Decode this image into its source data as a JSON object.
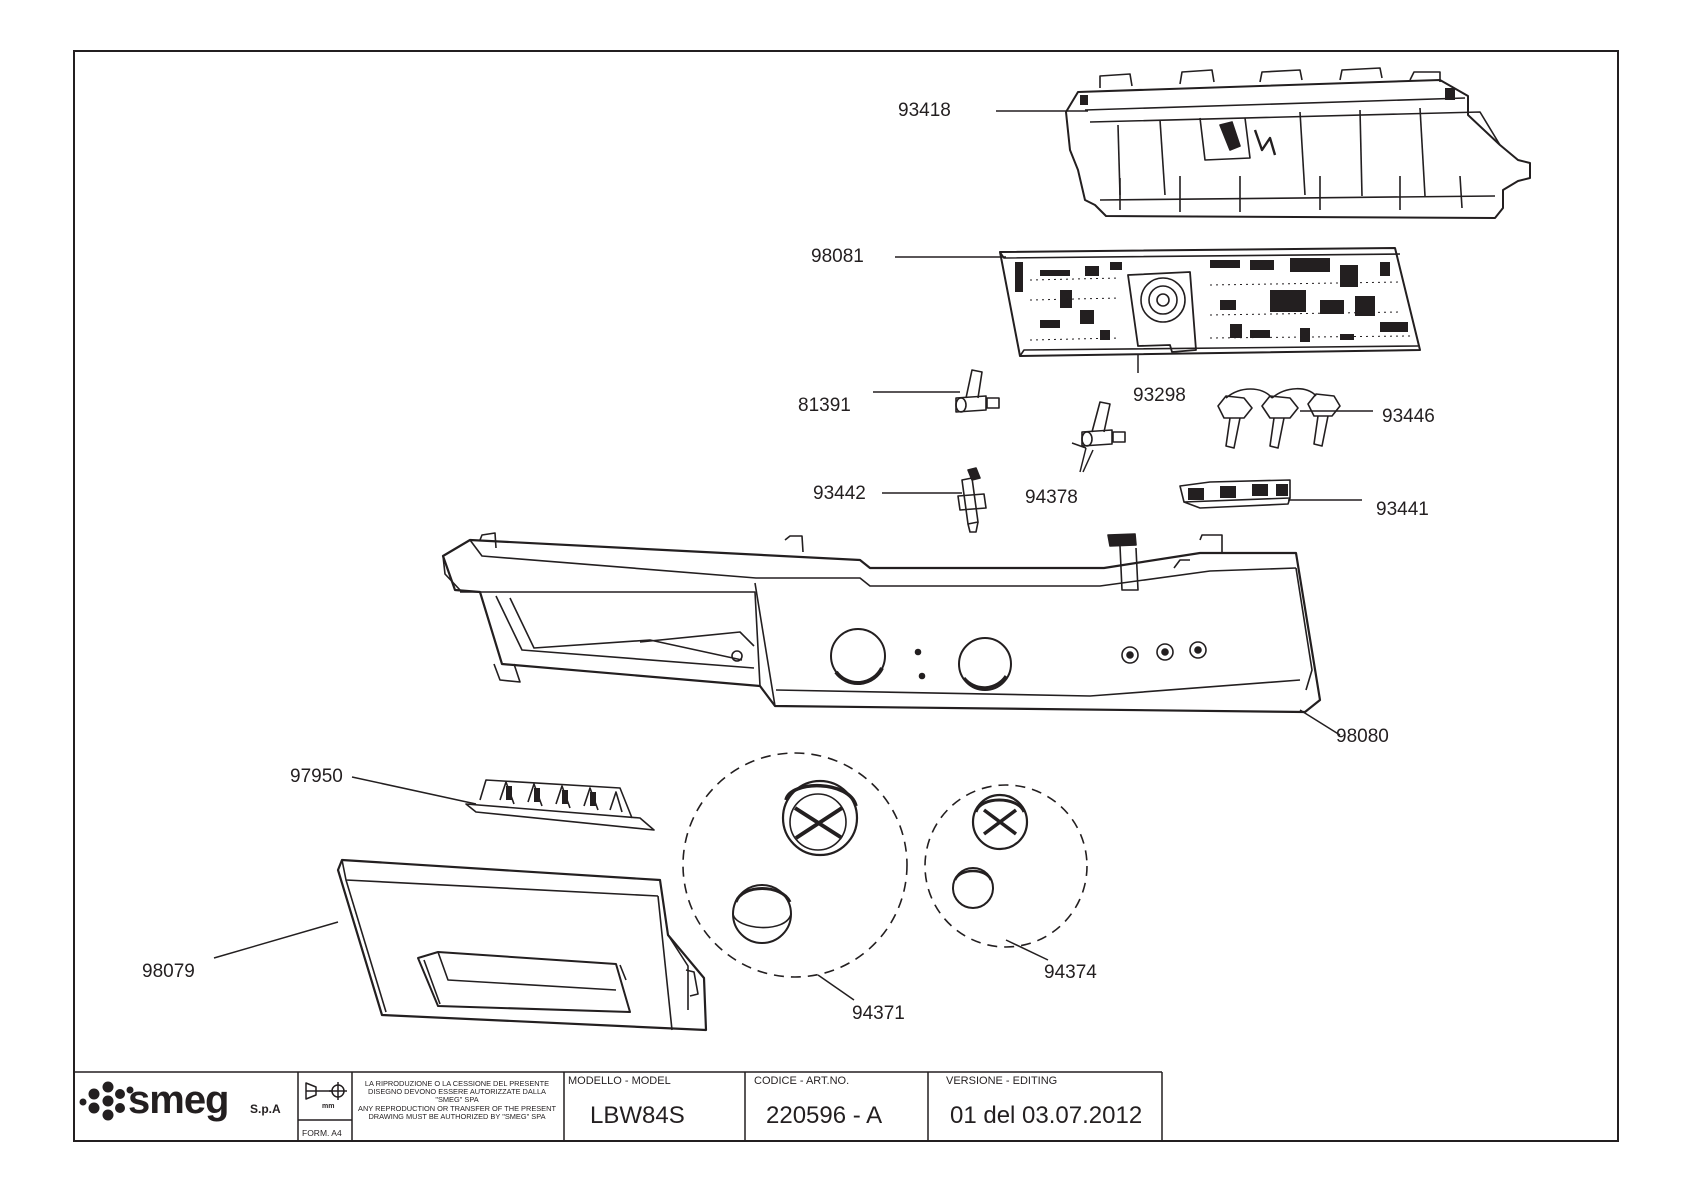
{
  "diagram": {
    "part_labels": [
      {
        "id": "93418",
        "text": "93418"
      },
      {
        "id": "98081",
        "text": "98081"
      },
      {
        "id": "81391",
        "text": "81391"
      },
      {
        "id": "93298",
        "text": "93298"
      },
      {
        "id": "93446",
        "text": "93446"
      },
      {
        "id": "93442",
        "text": "93442"
      },
      {
        "id": "94378",
        "text": "94378"
      },
      {
        "id": "93441",
        "text": "93441"
      },
      {
        "id": "98080",
        "text": "98080"
      },
      {
        "id": "97950",
        "text": "97950"
      },
      {
        "id": "98079",
        "text": "98079"
      },
      {
        "id": "94371",
        "text": "94371"
      },
      {
        "id": "94374",
        "text": "94374"
      }
    ]
  },
  "title_block": {
    "company": "smeg",
    "company_suffix": "S.p.A",
    "unit": "mm",
    "format": "FORM. A4",
    "notice_it": "LA RIPRODUZIONE O LA CESSIONE DEL PRESENTE DISEGNO DEVONO ESSERE AUTORIZZATE DALLA \"SMEG\" SPA",
    "notice_en": "ANY REPRODUCTION OR TRANSFER OF THE PRESENT DRAWING MUST BE AUTHORIZED BY \"SMEG\" SPA",
    "model_label": "MODELLO - MODEL",
    "model_value": "LBW84S",
    "code_label": "CODICE - ART.NO.",
    "code_value": "220596 - A",
    "version_label": "VERSIONE - EDITING",
    "version_value": "01 del 03.07.2012"
  }
}
